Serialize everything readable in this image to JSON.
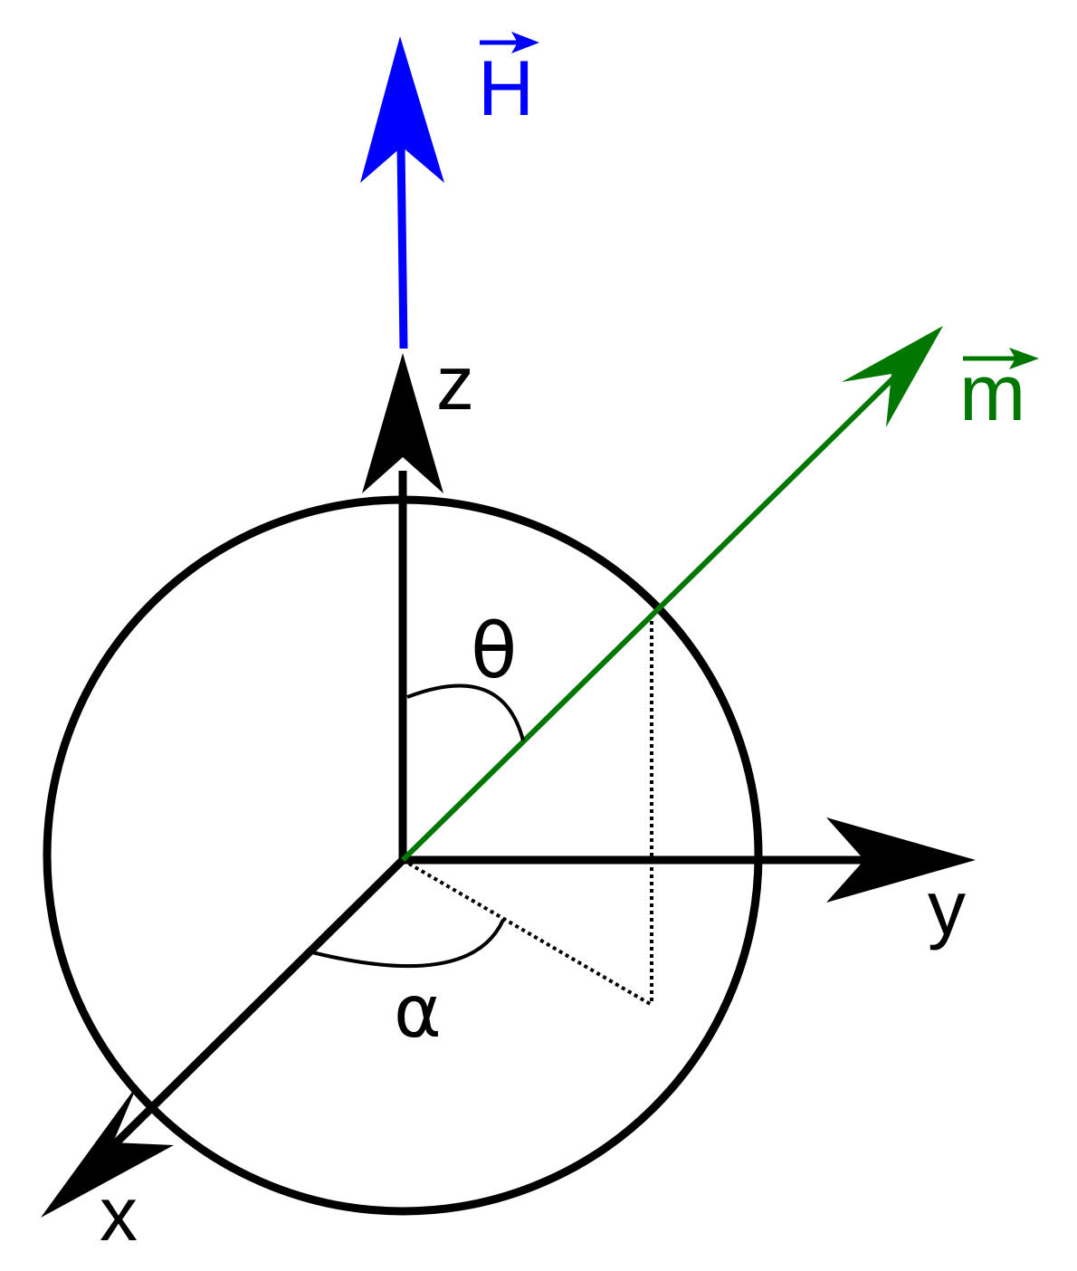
{
  "labels": {
    "field_vector": "H",
    "magnetization_vector": "m",
    "axis_x": "x",
    "axis_y": "y",
    "axis_z": "z",
    "polar_angle": "θ",
    "azimuthal_angle": "α"
  },
  "colors": {
    "axes": "#000000",
    "field_vector": "#0000ff",
    "magnetization_vector": "#007700",
    "background": "#ffffff"
  }
}
